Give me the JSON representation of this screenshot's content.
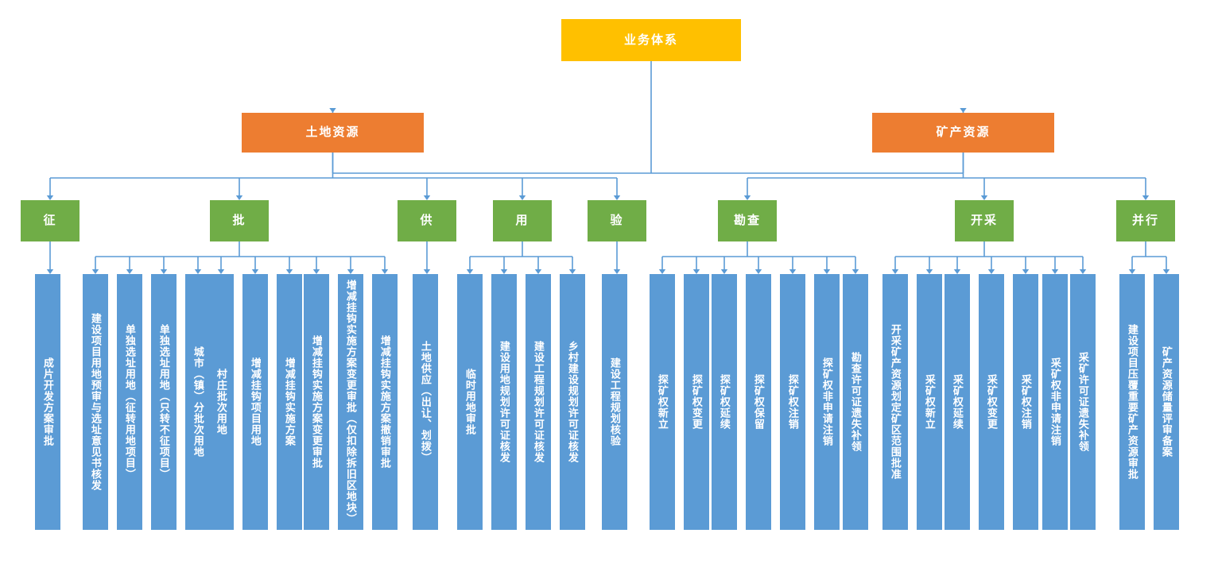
{
  "diagram": {
    "title": "业务体系",
    "colors": {
      "root": "#FFC000",
      "category": "#ED7D31",
      "stage": "#70AD47",
      "leaf": "#5B9BD5",
      "connector": "#5B9BD5",
      "background": "#FFFFFF"
    },
    "root": {
      "label": "业务体系"
    },
    "categories": [
      {
        "id": "land",
        "label": "土地资源"
      },
      {
        "id": "mineral",
        "label": "矿产资源"
      }
    ],
    "stages": [
      {
        "id": "zheng",
        "label": "征",
        "parent": "land"
      },
      {
        "id": "pi",
        "label": "批",
        "parent": "land"
      },
      {
        "id": "gong",
        "label": "供",
        "parent": "land"
      },
      {
        "id": "yong",
        "label": "用",
        "parent": "land"
      },
      {
        "id": "yan",
        "label": "验",
        "parent": "land"
      },
      {
        "id": "kancha",
        "label": "勘查",
        "parent": "mineral"
      },
      {
        "id": "kaicai",
        "label": "开采",
        "parent": "mineral"
      },
      {
        "id": "bingxing",
        "label": "并行",
        "parent": "mineral"
      }
    ],
    "leaves": [
      {
        "parent": "zheng",
        "label": "成片开发方案审批"
      },
      {
        "parent": "pi",
        "label": "建设项目用地预审与选址意见书核发"
      },
      {
        "parent": "pi",
        "label": "单独选址用地（征转用地项目）"
      },
      {
        "parent": "pi",
        "label": "单独选址用地（只转不征项目）"
      },
      {
        "parent": "pi",
        "label": "城市（镇）分批次用地"
      },
      {
        "parent": "pi",
        "label": "村庄批次用地"
      },
      {
        "parent": "pi",
        "label": "增减挂钩项目用地"
      },
      {
        "parent": "pi",
        "label": "增减挂钩实施方案"
      },
      {
        "parent": "pi",
        "label": "增减挂钩实施方案变更审批"
      },
      {
        "parent": "pi",
        "label": "增减挂钩实施方案变更审批（仅扣除拆旧区地块）"
      },
      {
        "parent": "pi",
        "label": "增减挂钩实施方案撤销审批"
      },
      {
        "parent": "gong",
        "label": "土地供应（出让、划拨）"
      },
      {
        "parent": "yong",
        "label": "临时用地审批"
      },
      {
        "parent": "yong",
        "label": "建设用地规划许可证核发"
      },
      {
        "parent": "yong",
        "label": "建设工程规划许可证核发"
      },
      {
        "parent": "yong",
        "label": "乡村建设规划许可证核发"
      },
      {
        "parent": "yan",
        "label": "建设工程规划核验"
      },
      {
        "parent": "kancha",
        "label": "探矿权新立"
      },
      {
        "parent": "kancha",
        "label": "探矿权变更"
      },
      {
        "parent": "kancha",
        "label": "探矿权延续"
      },
      {
        "parent": "kancha",
        "label": "探矿权保留"
      },
      {
        "parent": "kancha",
        "label": "探矿权注销"
      },
      {
        "parent": "kancha",
        "label": "探矿权非申请注销"
      },
      {
        "parent": "kancha",
        "label": "勘查许可证遗失补领"
      },
      {
        "parent": "kaicai",
        "label": "开采矿产资源划定矿区范围批准"
      },
      {
        "parent": "kaicai",
        "label": "采矿权新立"
      },
      {
        "parent": "kaicai",
        "label": "采矿权延续"
      },
      {
        "parent": "kaicai",
        "label": "采矿权变更"
      },
      {
        "parent": "kaicai",
        "label": "采矿权注销"
      },
      {
        "parent": "kaicai",
        "label": "采矿权非申请注销"
      },
      {
        "parent": "kaicai",
        "label": "采矿许可证遗失补领"
      },
      {
        "parent": "bingxing",
        "label": "建设项目压覆重要矿产资源审批"
      },
      {
        "parent": "bingxing",
        "label": "矿产资源储量评审备案"
      }
    ]
  }
}
